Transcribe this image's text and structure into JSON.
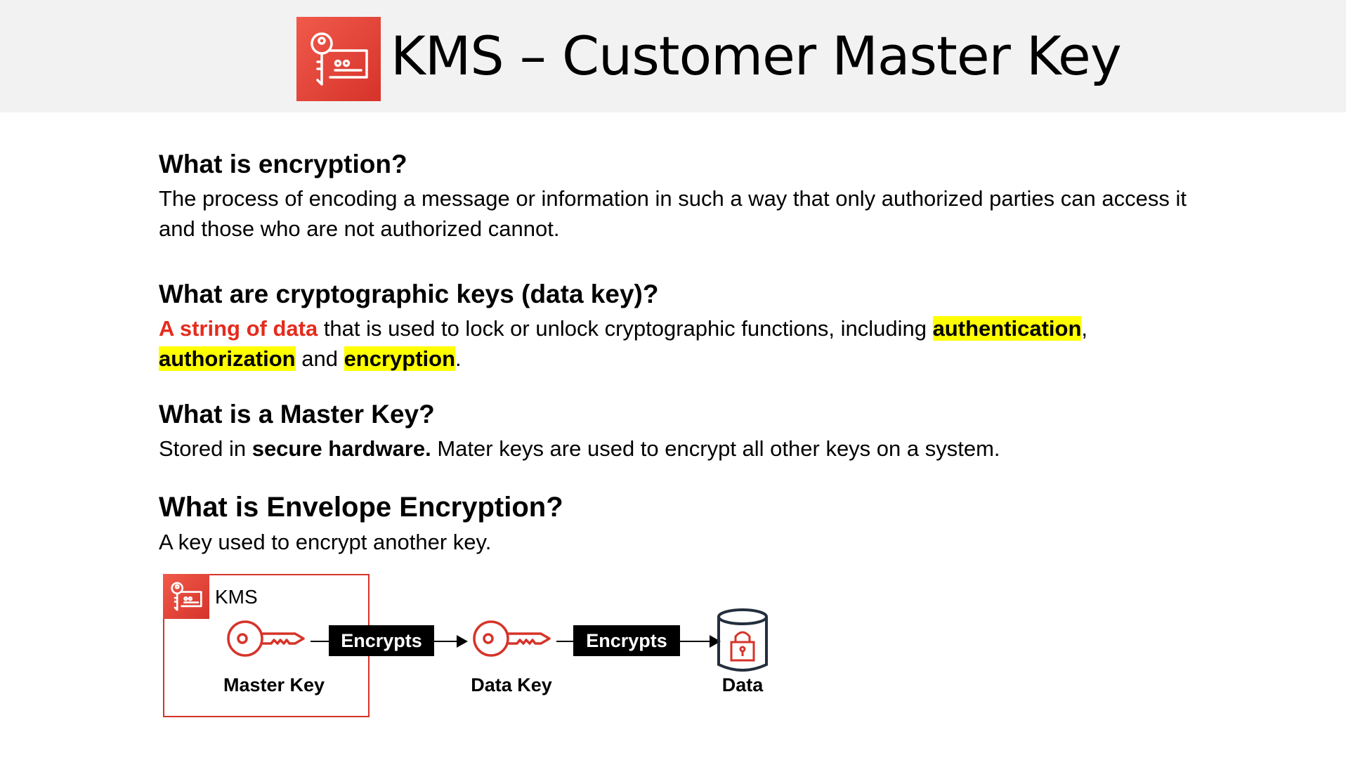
{
  "header": {
    "title": "KMS – Customer Master Key",
    "logo_icon": "kms-key-icon",
    "logo_color": "#dd3522"
  },
  "sections": [
    {
      "heading": "What is encryption?",
      "text": "The process of encoding a message or information in such a way that only authorized parties can access it and those who are not authorized cannot."
    },
    {
      "heading": "What are cryptographic keys (data key)?",
      "text_parts": {
        "lead": "A string of data",
        "middle": " that is used to lock or unlock cryptographic functions, including ",
        "hl1": "authentication",
        "comma": ",",
        "hl2": "authorization",
        "and": " and ",
        "hl3": "encryption",
        "end": "."
      }
    },
    {
      "heading": "What is a Master Key?",
      "text_parts": {
        "lead": "Stored in ",
        "bold": "secure hardware.",
        "rest": " Mater keys are used to encrypt all other keys on a system."
      }
    },
    {
      "heading": "What is Envelope Encryption?",
      "text": "A key used to encrypt another key."
    }
  ],
  "diagram": {
    "kms_label": "KMS",
    "master_key_label": "Master Key",
    "data_key_label": "Data Key",
    "data_label": "Data",
    "encrypts_1": "Encrypts",
    "encrypts_2": "Encrypts",
    "key_color": "#d6332a",
    "icons": [
      "kms-key-icon",
      "key-icon",
      "key-icon",
      "database-lock-icon"
    ]
  },
  "colors": {
    "highlight": "#ffff00",
    "emphasis_red": "#e52b1d",
    "header_bg": "#f2f2f2"
  }
}
